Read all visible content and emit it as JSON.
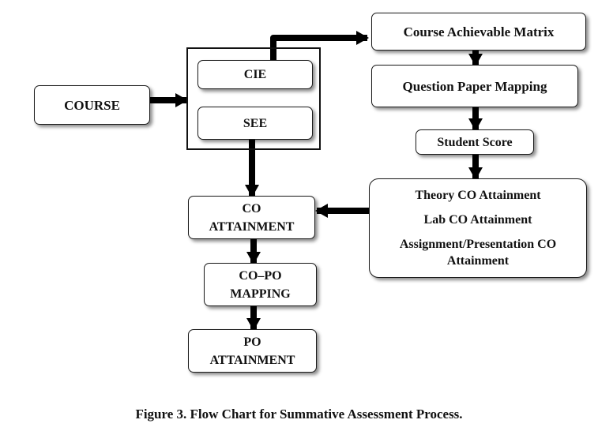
{
  "nodes": {
    "course": "COURSE",
    "cie": "CIE",
    "see": "SEE",
    "course_achievable_matrix": "Course Achievable Matrix",
    "question_paper_mapping": "Question Paper Mapping",
    "student_score": "Student Score",
    "attainment_theory": "Theory CO Attainment",
    "attainment_lab": "Lab CO Attainment",
    "attainment_assignment": "Assignment/Presentation CO Attainment",
    "co_attainment_line1": "CO",
    "co_attainment_line2": "ATTAINMENT",
    "co_po_mapping_line1": "CO–PO",
    "co_po_mapping_line2": "MAPPING",
    "po_attainment_line1": "PO",
    "po_attainment_line2": "ATTAINMENT"
  },
  "caption": "Figure 3. Flow Chart for Summative Assessment Process."
}
